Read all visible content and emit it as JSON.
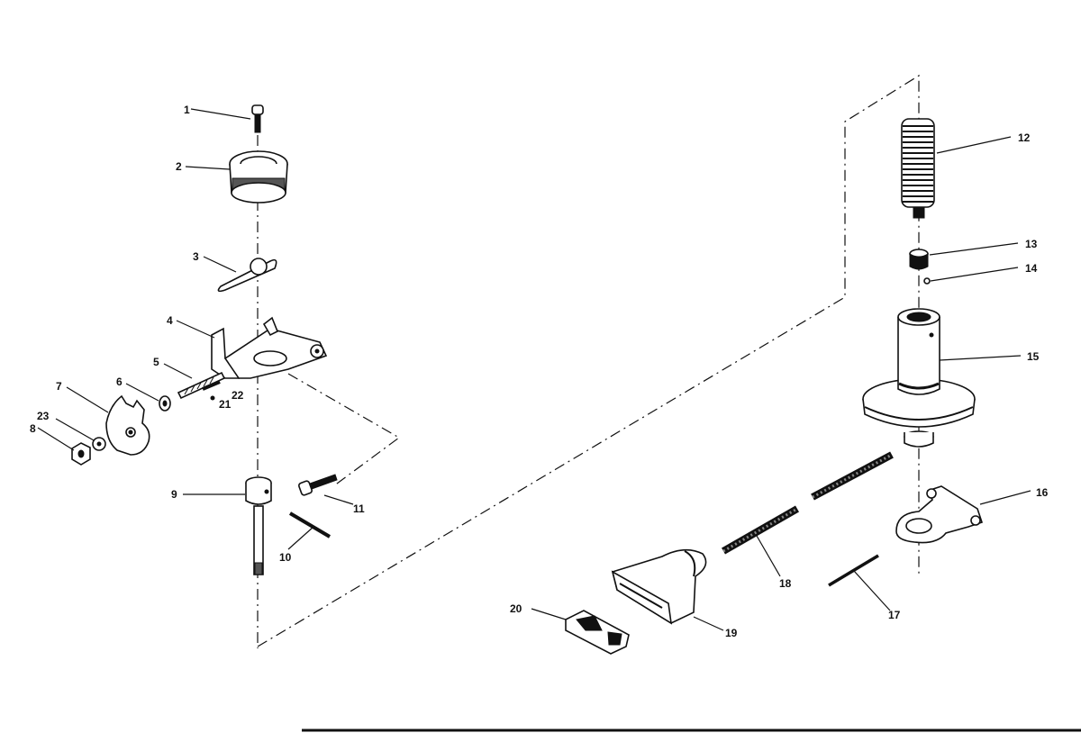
{
  "diagram": {
    "callouts": {
      "p1": "1",
      "p2": "2",
      "p3": "3",
      "p4": "4",
      "p5": "5",
      "p6": "6",
      "p7": "7",
      "p8": "8",
      "p9": "9",
      "p10": "10",
      "p11": "11",
      "p12": "12",
      "p13": "13",
      "p14": "14",
      "p15": "15",
      "p16": "16",
      "p17": "17",
      "p18": "18",
      "p19": "19",
      "p20": "20",
      "p21": "21",
      "p22": "22",
      "p23": "23"
    }
  }
}
